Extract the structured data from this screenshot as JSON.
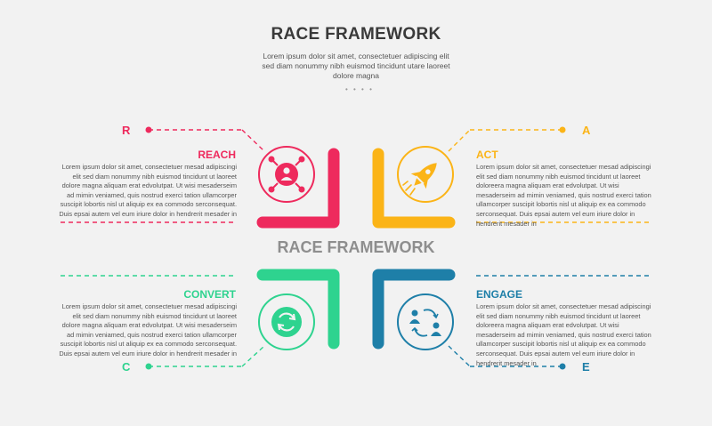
{
  "header": {
    "title": "RACE FRAMEWORK",
    "subtitle": "Lorem ipsum dolor sit amet, consectetuer adipiscing elit sed diam nonummy nibh euismod tincidunt utare laoreet dolore magna",
    "dots": "• • • •"
  },
  "center_title": "RACE FRAMEWORK",
  "colors": {
    "reach": "#ee2a5d",
    "act": "#fbb417",
    "convert": "#2ed38f",
    "engage": "#1e7fa8",
    "background": "#f2f2f2"
  },
  "quadrants": {
    "reach": {
      "letter": "R",
      "heading": "REACH",
      "icon": "person-network-icon",
      "body": "Lorem ipsum dolor sit amet, consectetuer mesad adipiscingi elit sed diam nonummy nibh euismod tincidunt ut laoreet dolore magna aliquam erat edvolutpat. Ut wisi mesaderseim ad mimin veniamed, quis nostrud exerci tation ullamcorper suscipit lobortis nisl ut aliquip ex ea commodo serconsequat. Duis epsai autem vel eum iriure dolor in hendrerit mesader in"
    },
    "act": {
      "letter": "A",
      "heading": "ACT",
      "icon": "rocket-icon",
      "body": "Lorem ipsum dolor sit amet, consectetuer mesad adipiscingi elit sed diam nonummy nibh euismod tincidunt ut laoreet doloreera magna aliquam erat edvolutpat. Ut wisi mesaderseim ad mimin veniamed, quis nostrud exerci tation ullamcorper suscipit lobortis nisl ut aliquip ex ea commodo serconsequat. Duis epsai autem vel eum iriure dolor in hendrerit mesader in"
    },
    "convert": {
      "letter": "C",
      "heading": "CONVERT",
      "icon": "refresh-cycle-icon",
      "body": "Lorem ipsum dolor sit amet, consectetuer mesad adipiscingi elit sed diam nonummy nibh euismod tincidunt ut laoreet dolore magna aliquam erat edvolutpat. Ut wisi mesaderseim ad mimin veniamed, quis nostrud exerci tation ullamcorper suscipit lobortis nisl ut aliquip ex ea commodo serconsequat. Duis epsai autem vel eum iriure dolor in hendrerit mesader in"
    },
    "engage": {
      "letter": "E",
      "heading": "ENGAGE",
      "icon": "people-exchange-icon",
      "body": "Lorem ipsum dolor sit amet, consectetuer mesad adipiscingi elit sed diam nonummy nibh euismod tincidunt ut laoreet doloreera magna aliquam erat edvolutpat. Ut wisi mesaderseim ad mimin veniamed, quis nostrud exerci tation ullamcorper suscipit lobortis nisl ut aliquip ex ea commodo serconsequat. Duis epsai autem vel eum iriure dolor in hendrerit mesader in"
    }
  }
}
